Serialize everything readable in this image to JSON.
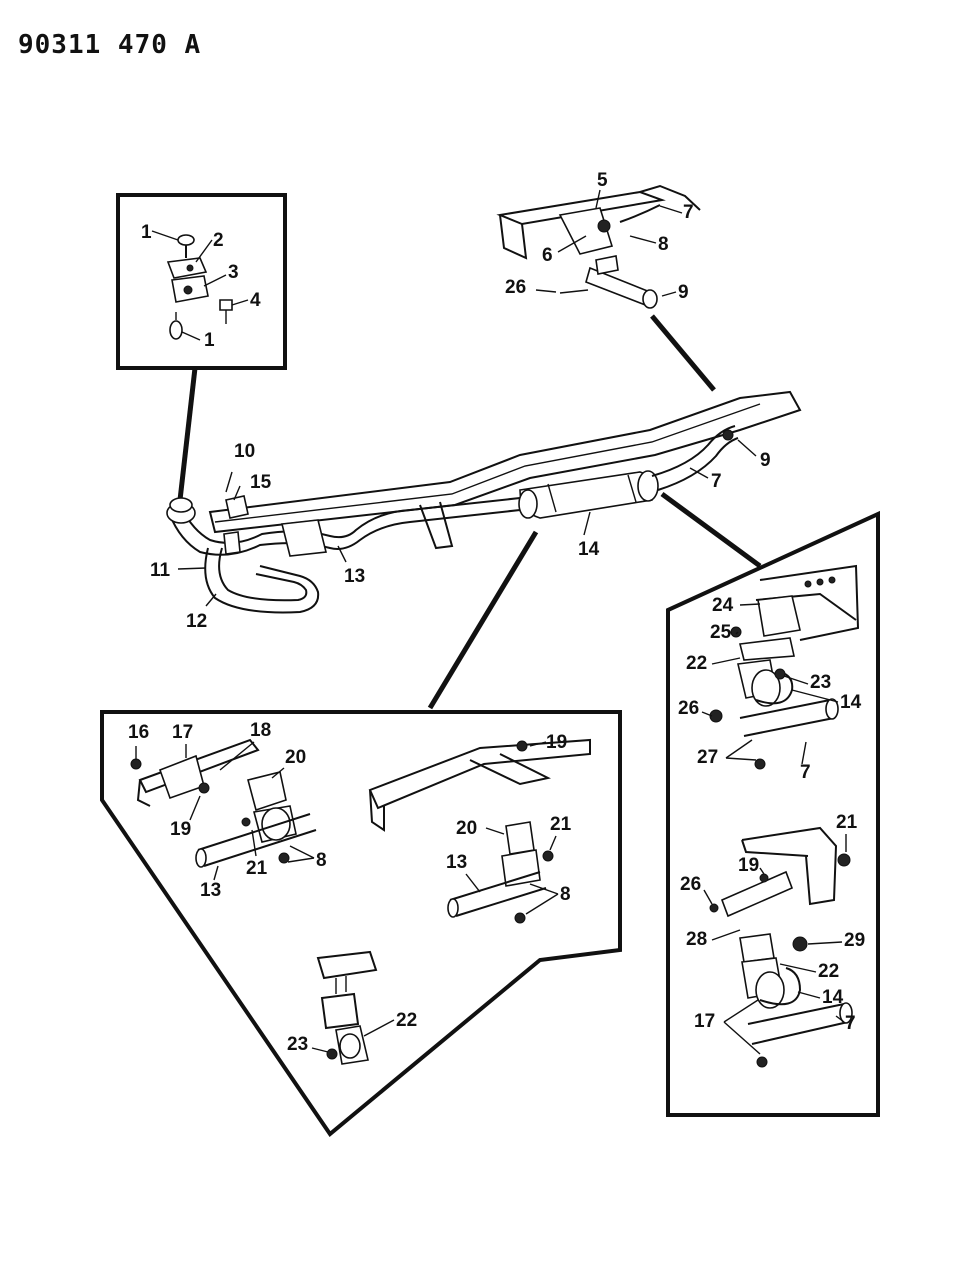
{
  "doc_id": "90311 470 A",
  "callouts": {
    "c1a": "1",
    "c2": "2",
    "c3": "3",
    "c4": "4",
    "c1b": "1",
    "c5": "5",
    "c7a": "7",
    "c6": "6",
    "c8a": "8",
    "c26a": "26",
    "c9a": "9",
    "c10": "10",
    "c15": "15",
    "c9b": "9",
    "c7b": "7",
    "c11": "11",
    "c12": "12",
    "c13a": "13",
    "c14a": "14",
    "c16": "16",
    "c17a": "17",
    "c18": "18",
    "c20a": "20",
    "c19a": "19",
    "c19b": "19",
    "c21a": "21",
    "c8b": "8",
    "c13b": "13",
    "c20b": "20",
    "c21b": "21",
    "c13c": "13",
    "c8c": "8",
    "c22a": "22",
    "c23a": "23",
    "c24": "24",
    "c25": "25",
    "c22b": "22",
    "c23b": "23",
    "c26b": "26",
    "c14b": "14",
    "c27": "27",
    "c7c": "7",
    "c21c": "21",
    "c19c": "19",
    "c26c": "26",
    "c28": "28",
    "c29": "29",
    "c22c": "22",
    "c14c": "14",
    "c17b": "17",
    "c7d": "7"
  },
  "icons": [
    "exhaust-system-diagram",
    "frame-rail",
    "muffler",
    "tailpipe",
    "hanger-bracket",
    "clamp",
    "bolt",
    "nut",
    "insulator"
  ]
}
